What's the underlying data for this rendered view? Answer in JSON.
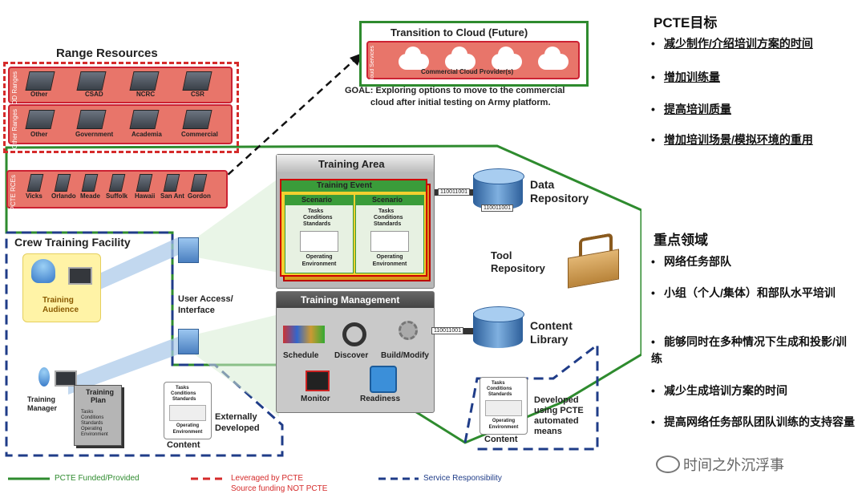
{
  "range_resources": {
    "title": "Range Resources",
    "dod_label": "DOD Ranges",
    "dod_items": [
      "Other",
      "CSAD",
      "NCRC",
      "CSR"
    ],
    "other_label": "Other Ranges",
    "other_items": [
      "Other",
      "Government",
      "Academia",
      "Commercial"
    ],
    "pcte_label": "PCTE RCEs",
    "pcte_items": [
      "Vicks",
      "Orlando",
      "Meade",
      "Suffolk",
      "Hawaii",
      "San Ant",
      "Gordon"
    ]
  },
  "cloud": {
    "title": "Transition to Cloud (Future)",
    "side_label": "Cloud Services",
    "provider": "Commercial Cloud Provider(s)",
    "goal_line1": "GOAL: Exploring options to move to the commercial",
    "goal_line2": "cloud after initial testing on Army platform."
  },
  "training_area": {
    "title": "Training Area",
    "event": "Training Event",
    "scenario": "Scenario",
    "tcs_lines": [
      "Tasks",
      "Conditions",
      "Standards"
    ],
    "op_env": "Operating Environment"
  },
  "data_repository": {
    "line1": "Data",
    "line2": "Repository",
    "binary1": "110011001",
    "binary2": "110011001"
  },
  "tool_repository": {
    "line1": "Tool",
    "line2": "Repository"
  },
  "training_management": {
    "title": "Training Management",
    "items": [
      "Schedule",
      "Discover",
      "Build/Modify",
      "Monitor",
      "Readiness"
    ]
  },
  "content_library": {
    "line1": "Content",
    "line2": "Library",
    "binary": "110011001"
  },
  "crew_facility": {
    "title": "Crew Training Facility",
    "audience_line1": "Training",
    "audience_line2": "Audience",
    "manager_line1": "Training",
    "manager_line2": "Manager",
    "plan_line1": "Training",
    "plan_line2": "Plan",
    "plan_items": [
      "Tasks",
      "Conditions",
      "Standards",
      "Operating",
      "Environment"
    ],
    "user_access_line1": "User Access/",
    "user_access_line2": "Interface"
  },
  "content_block": {
    "tcs_lines": [
      "Tasks",
      "Conditions",
      "Standards"
    ],
    "op_env": "Operating Environment",
    "label": "Content",
    "ext_line1": "Externally",
    "ext_line2": "Developed",
    "dev_lines": [
      "Developed",
      "using PCTE",
      "automated",
      "means"
    ]
  },
  "legend": {
    "green": "PCTE Funded/Provided",
    "red_line1": "Leveraged by PCTE",
    "red_line2": "Source funding NOT PCTE",
    "blue": "Service Responsibility"
  },
  "colors": {
    "green": "#2e8b2e",
    "red": "#d52b2b",
    "blue": "#1f3c88",
    "salmon": "#e8756a"
  },
  "right_panel": {
    "title1": "PCTE目标",
    "goals": [
      "减少制作/介绍培训方案的时间",
      "增加训练量",
      "提高培训质量",
      "增加培训场景/模拟环境的重用"
    ],
    "title2": "重点领域",
    "focus": [
      "网络任务部队",
      "小组（个人/集体）和部队水平培训",
      "能够同时在多种情况下生成和投影/训练",
      "减少生成培训方案的时间",
      "提高网络任务部队团队训练的支持容量"
    ]
  },
  "watermark": "时间之外沉浮事"
}
